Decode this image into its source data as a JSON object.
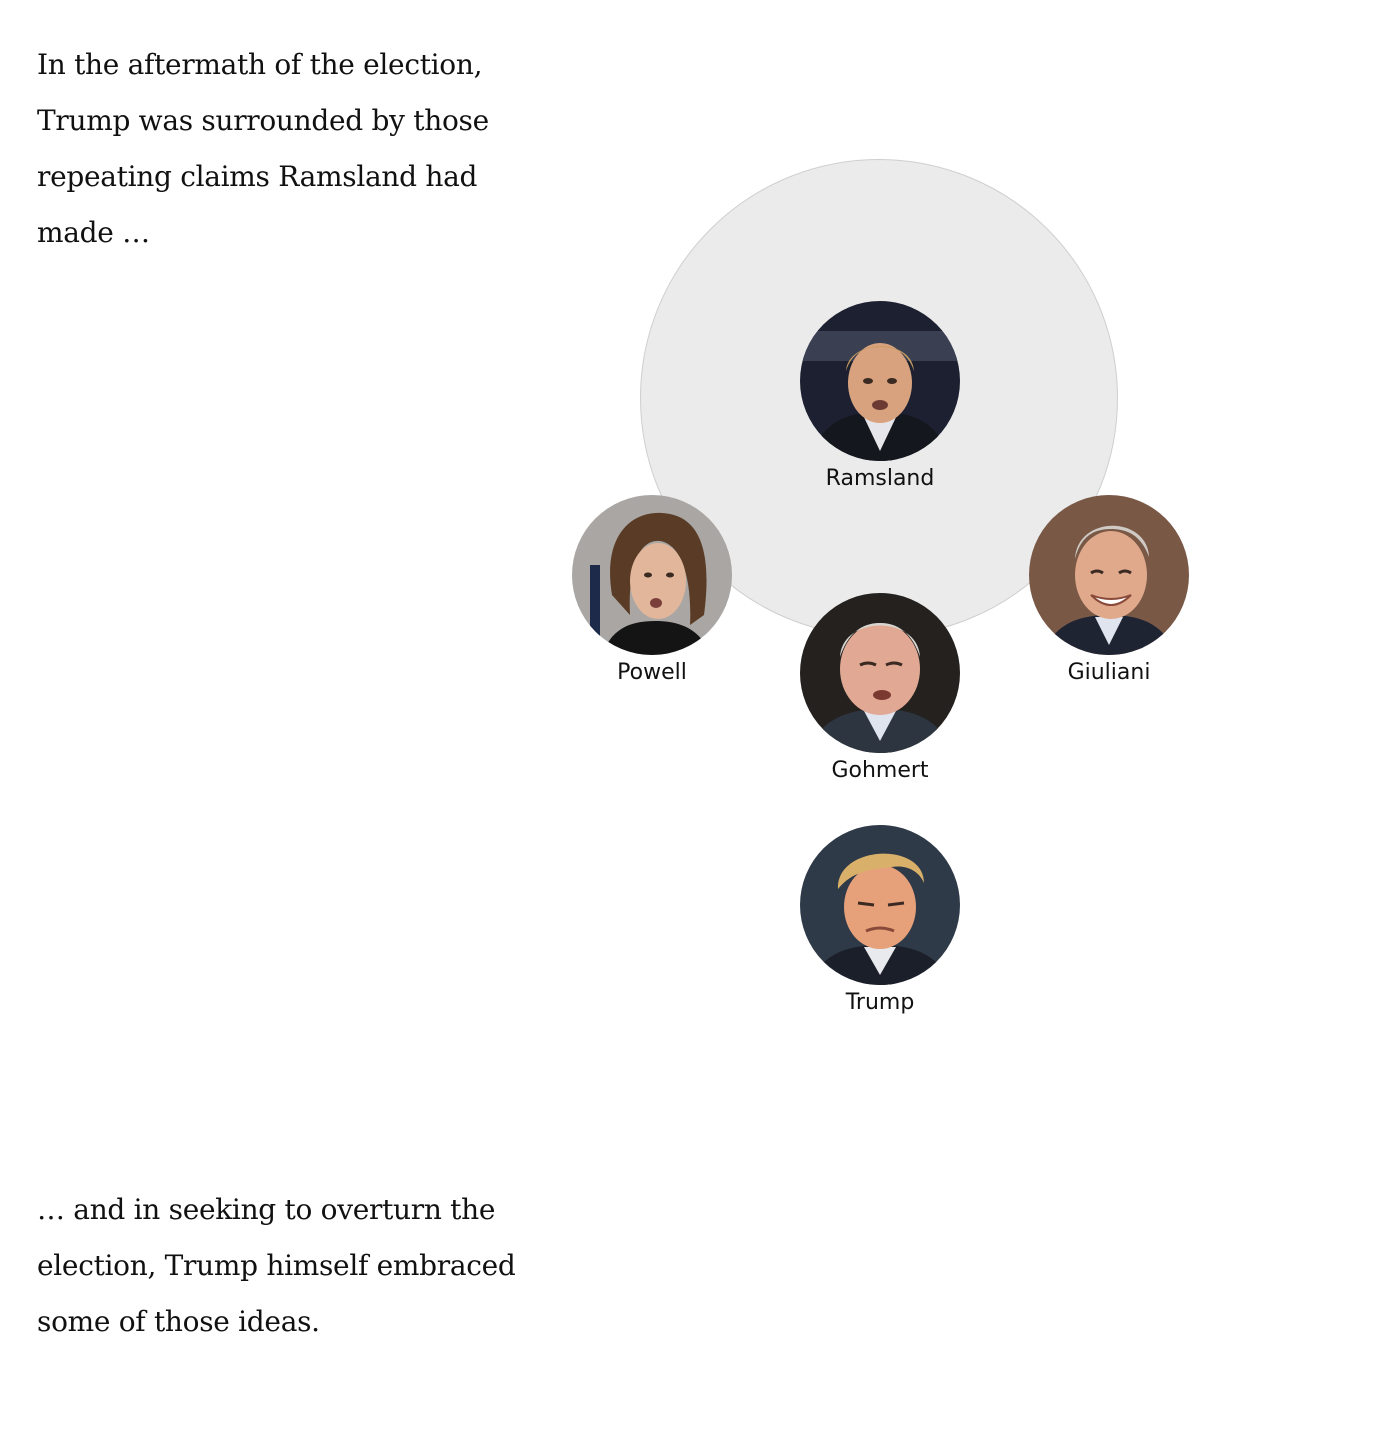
{
  "narrative": {
    "intro": "In the aftermath of the election, Trump was surrounded by those repeating claims Ramsland had made …",
    "conclusion": "… and in seeking to overturn the election, Trump himself embraced some of those ideas."
  },
  "diagram": {
    "center": {
      "name": "Ramsland",
      "icon": "ramsland-portrait"
    },
    "surrounding": [
      {
        "name": "Powell",
        "icon": "powell-portrait"
      },
      {
        "name": "Gohmert",
        "icon": "gohmert-portrait"
      },
      {
        "name": "Giuliani",
        "icon": "giuliani-portrait"
      }
    ],
    "target": {
      "name": "Trump",
      "icon": "trump-portrait"
    }
  },
  "colors": {
    "circle_fill": "#ebebeb",
    "circle_stroke": "#cfcfcf",
    "text": "#111111"
  }
}
